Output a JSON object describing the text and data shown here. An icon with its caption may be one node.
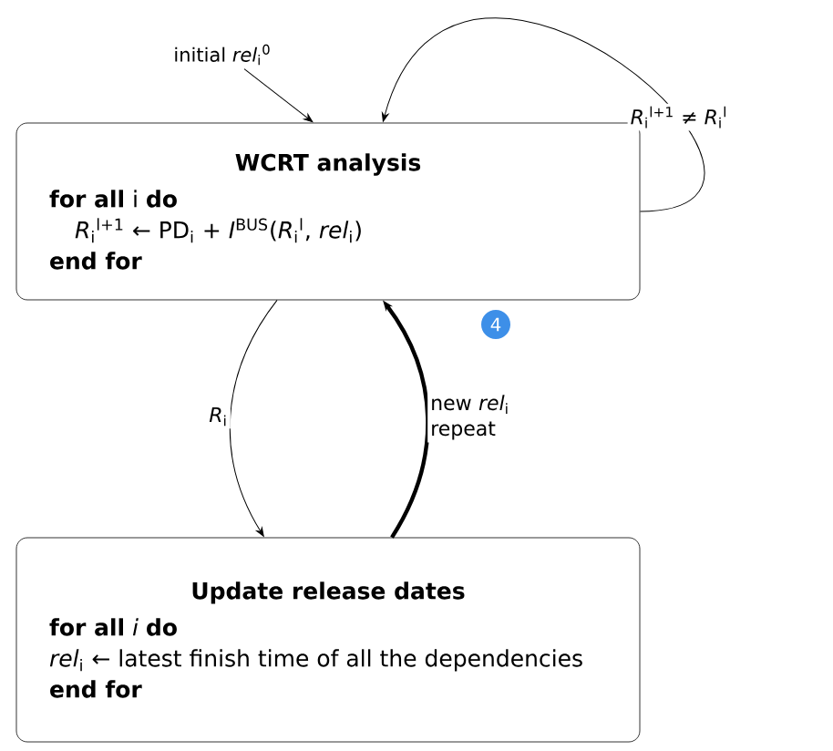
{
  "diagram": {
    "nodes": [
      {
        "text": [
          "WCRT analysis",
          "**for all** i **do**",
          "*R*$_{i}$$^{l+1}$ ← PD$_{i}$ + *I*$^{BUS}$(*R*$_{i}$$^{l}$, *rel*$_{i}$)",
          "**end for**"
        ]
      },
      {
        "text": [
          "initial *rel*$_{i}$$^{0}$"
        ]
      },
      {
        "text": [
          "Update release dates",
          "**for all** *i* **do**",
          "*rel*$_{i}$ ← latest finish time of all the dependencies",
          "**end for**"
        ]
      }
    ],
    "edges": [
      {
        "from": 1,
        "to": 0,
        "arrow": "to"
      },
      {
        "from": 0,
        "to": 0,
        "arrow": "to",
        "label": "*R*$_{i}$$^{l+1}$ ≠ *R*$_{i}$$^{l}$"
      },
      {
        "from": 0,
        "to": 2,
        "arrow": "to",
        "label": "*R*$_{i}$"
      },
      {
        "from": 2,
        "to": 0,
        "arrow": "to",
        "style": "thick",
        "label": "new *rel*$_{i}$ repeat"
      }
    ],
    "labels": [
      "4"
    ]
  }
}
